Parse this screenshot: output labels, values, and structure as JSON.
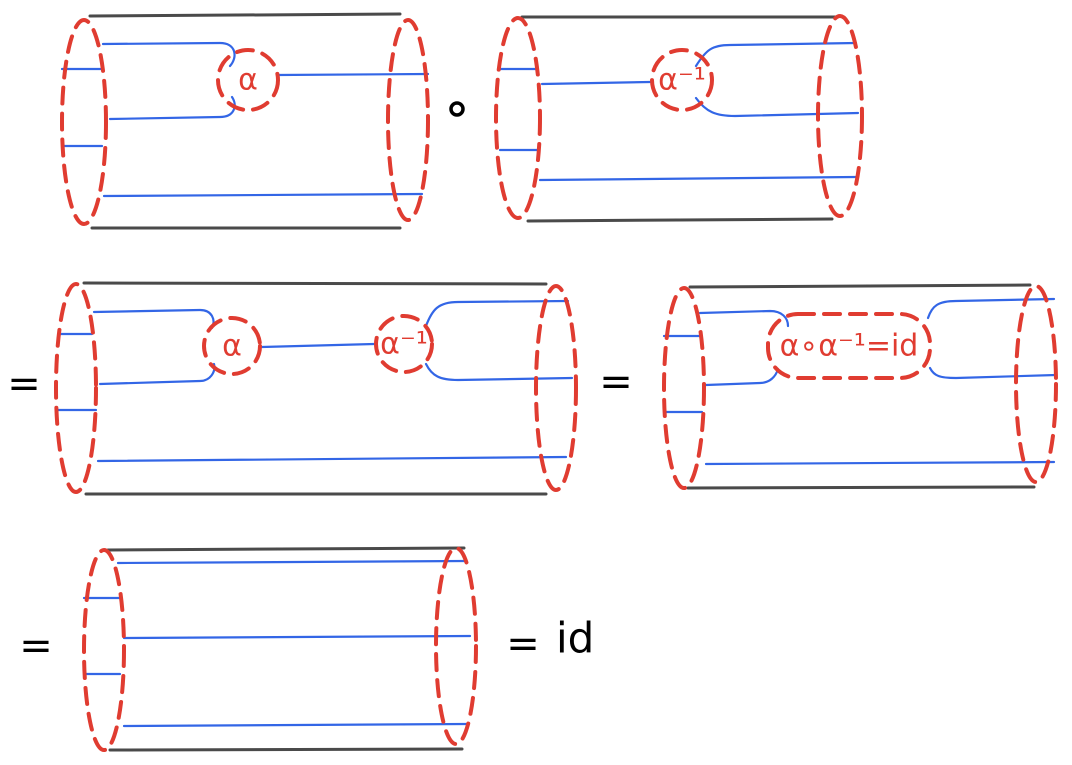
{
  "labels": {
    "alpha": "α",
    "alpha_inverse": "α⁻¹",
    "merged": "α∘α⁻¹=id",
    "identity": "id"
  },
  "symbols": {
    "equals": "=",
    "compose": "∘"
  },
  "colors": {
    "boundary": "#4a4a4a",
    "strand": "#3366e6",
    "dashed": "#e03c31",
    "text": "#000000"
  }
}
